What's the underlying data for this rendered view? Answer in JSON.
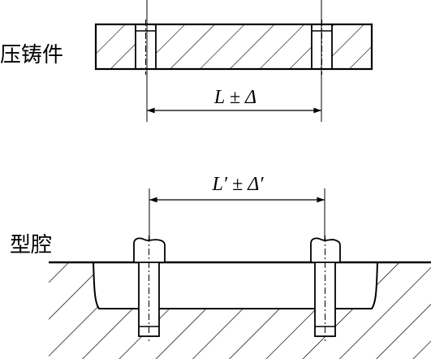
{
  "labels": {
    "casting": "压铸件",
    "cavity": "型腔",
    "casting_dimension": "L ± Δ",
    "cavity_dimension": "L′ ± Δ′"
  }
}
